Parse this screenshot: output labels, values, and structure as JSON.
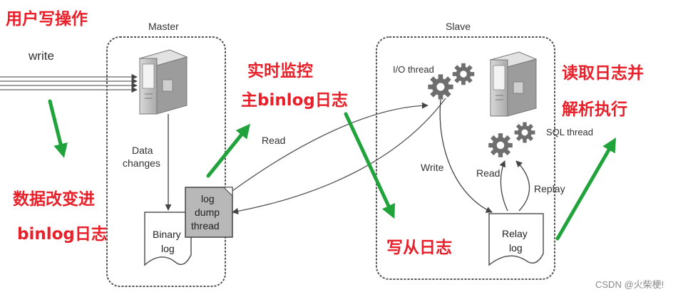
{
  "colors": {
    "red": "#e8202a",
    "green": "#21a33b",
    "box": "#555555",
    "server": "#bdbdbd"
  },
  "icons": [
    "server-icon",
    "gear-icon",
    "document-icon"
  ],
  "diagram": {
    "master_title": "Master",
    "slave_title": "Slave",
    "write": "write",
    "data_changes_1": "Data",
    "data_changes_2": "changes",
    "binary_log_1": "Binary",
    "binary_log_2": "log",
    "dump_1": "log",
    "dump_2": "dump",
    "dump_3": "thread",
    "read_1": "Read",
    "io_thread": "I/O thread",
    "write_2": "Write",
    "sql_thread": "SQL thread",
    "read_2": "Read",
    "replay": "Replay",
    "relay_log_1": "Relay",
    "relay_log_2": "log"
  },
  "annotations": {
    "user_write": "用户写操作",
    "data_change_1": "数据改变进",
    "data_change_2": "binlog日志",
    "monitor_1": "实时监控",
    "monitor_2": "主binlog日志",
    "write_slave": "写从日志",
    "read_parse_1": "读取日志并",
    "read_parse_2": "解析执行"
  },
  "watermark": "CSDN @火柴梗!"
}
